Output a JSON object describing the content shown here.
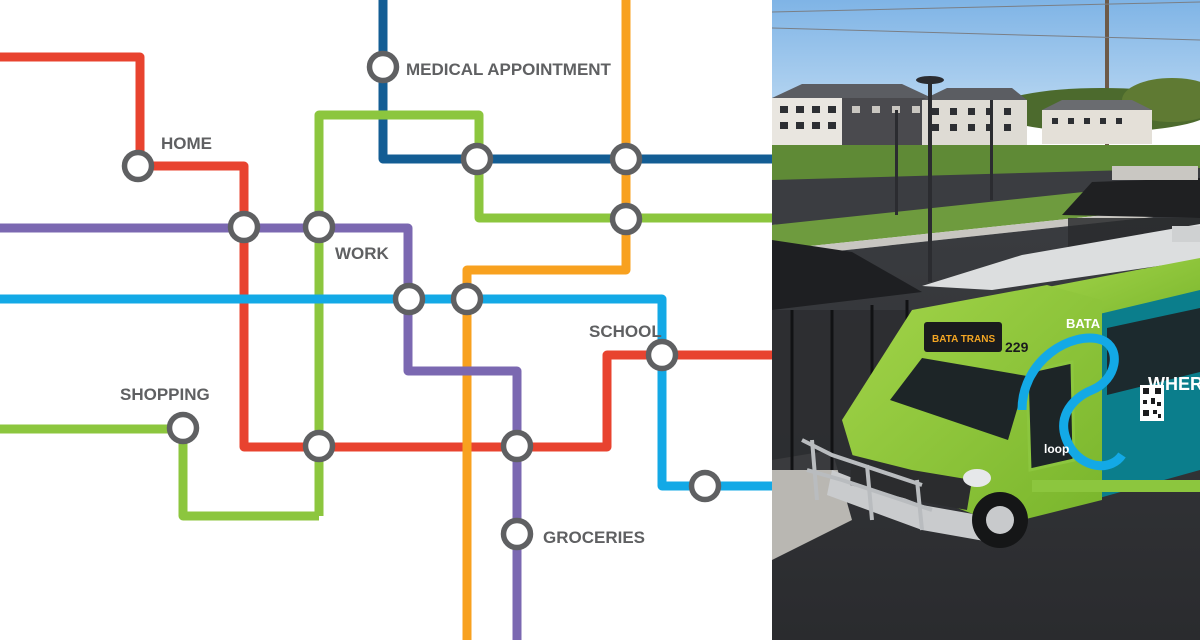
{
  "colors": {
    "red": "#e8432f",
    "blue_dark": "#135d94",
    "orange": "#f8a11f",
    "green": "#8cc63e",
    "purple": "#7b68b1",
    "cyan": "#13a9e6",
    "stop_ring": "#5f6062",
    "label_text": "#5f6062",
    "bus_green": "#8cc63e",
    "bus_teal": "#0b7e8c"
  },
  "map": {
    "routes": [
      "red",
      "blue-dark",
      "orange",
      "green",
      "purple",
      "cyan"
    ],
    "stops": {
      "medical": "MEDICAL APPOINTMENT",
      "home": "HOME",
      "work": "WORK",
      "school": "SCHOOL",
      "shopping": "SHOPPING",
      "groceries": "GROCERIES"
    }
  },
  "photo": {
    "bus_number": "229",
    "brand": "BATA",
    "logo": "loop",
    "headsign": "BATA TRANS",
    "side_text": "WHERE"
  }
}
